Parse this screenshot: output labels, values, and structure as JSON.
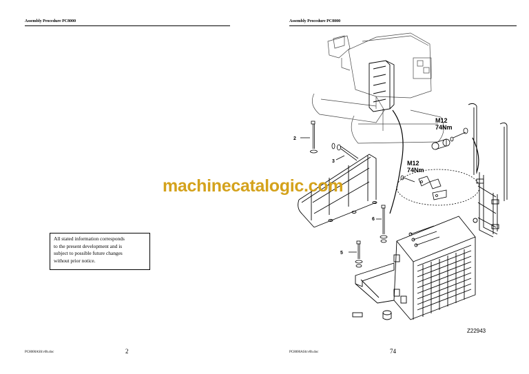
{
  "left_page": {
    "header": "Assembly Procedure PC8000",
    "notice_lines": [
      "All stated information corresponds",
      "to the present development and is",
      "subject to possible future changes",
      "without prior notice."
    ],
    "footer_file": "PC8000ASfcv0b.doc",
    "page_number": "2"
  },
  "right_page": {
    "header": "Assembly Procedure PC8000",
    "callouts": {
      "bolt_2": "2",
      "bolt_3": "3",
      "bolt_5": "5",
      "bolt_6": "6"
    },
    "torque_upper": {
      "size": "M12",
      "torque": "74Nm"
    },
    "torque_lower": {
      "size": "M12",
      "torque": "74Nm"
    },
    "figure_id": "Z22943",
    "footer_file": "PC8000ASfcv0b.doc",
    "page_number": "74"
  },
  "watermark": "machinecatalogic.com"
}
